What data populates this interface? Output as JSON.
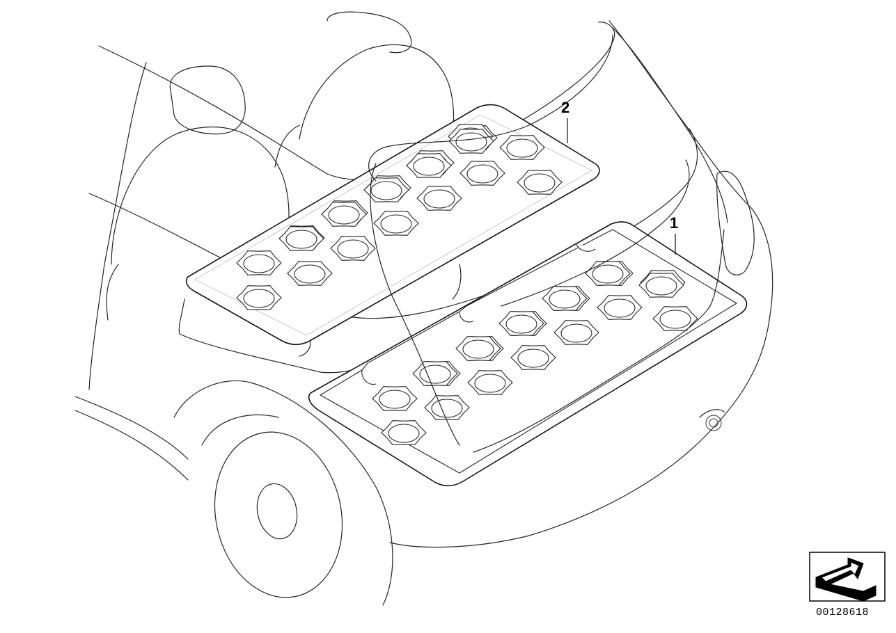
{
  "callouts": {
    "part_1": "1",
    "part_2": "2"
  },
  "reference_number": "00128618",
  "icons": {
    "orientation": "direction-arrow-icon"
  }
}
